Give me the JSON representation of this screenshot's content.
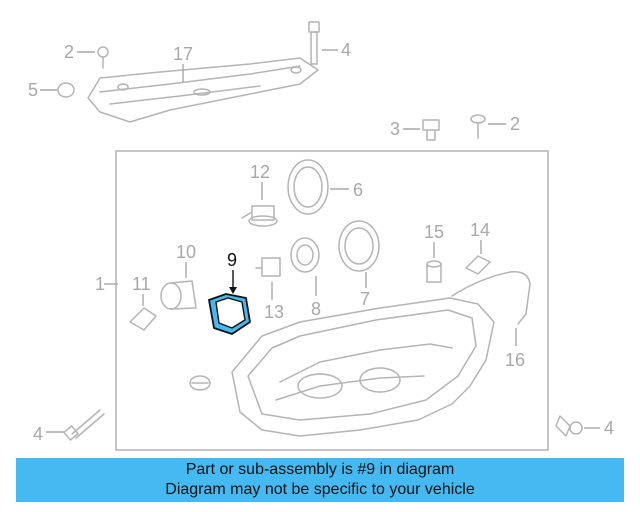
{
  "callouts": {
    "c1": "1",
    "c2a": "2",
    "c2b": "2",
    "c3": "3",
    "c4a": "4",
    "c4b": "4",
    "c4c": "4",
    "c5": "5",
    "c6": "6",
    "c7": "7",
    "c8": "8",
    "c9": "9",
    "c10": "10",
    "c11": "11",
    "c12": "12",
    "c13": "13",
    "c14": "14",
    "c15": "15",
    "c16": "16",
    "c17": "17"
  },
  "highlight_color": "#45b9f2",
  "banner": {
    "line1": "Part or sub-assembly is #9 in diagram",
    "line2": "Diagram may not be specific to your vehicle"
  }
}
